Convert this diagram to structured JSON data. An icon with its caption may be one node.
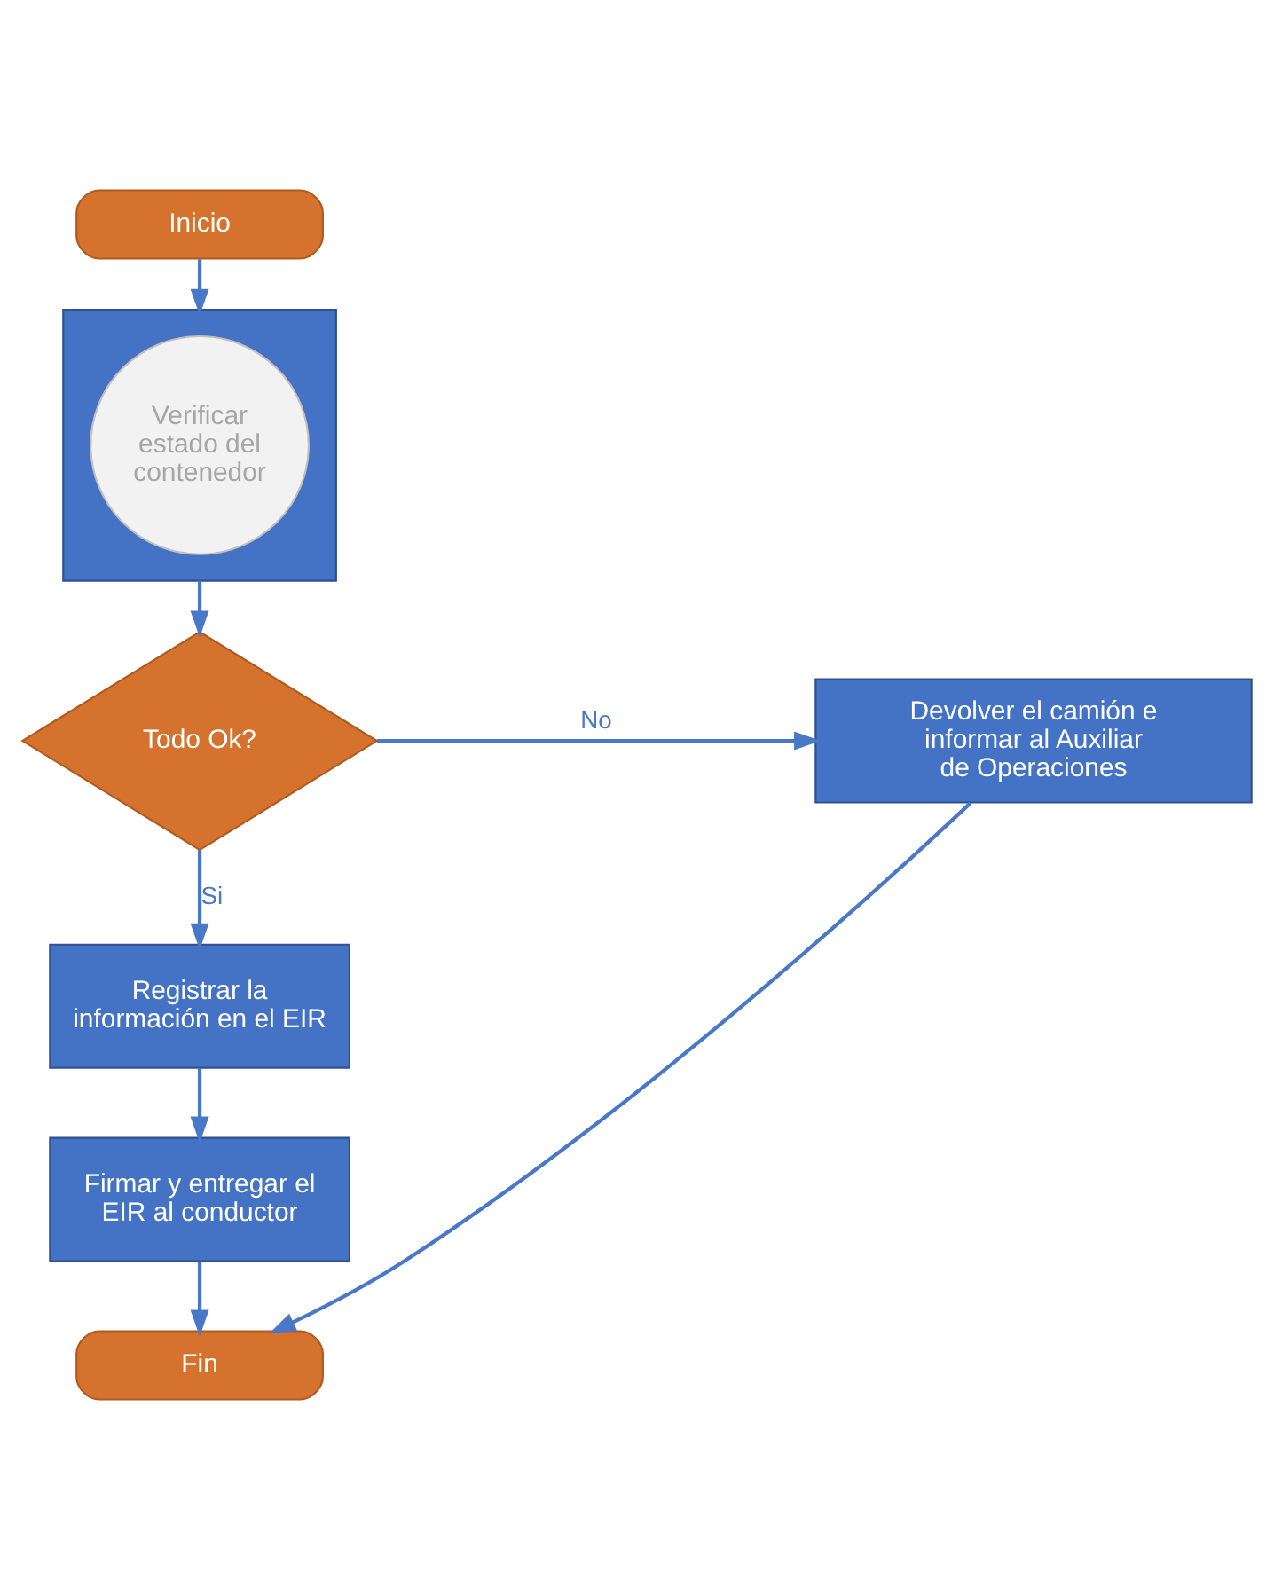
{
  "diagram": {
    "nodes": [
      {
        "text": [
          "Inicio"
        ]
      },
      {
        "text": [],
        "shape": "box"
      },
      {
        "text": [
          "Verificar estado del contenedor"
        ],
        "in": 1
      },
      {
        "text": [
          "Todo Ok?"
        ]
      },
      {
        "text": [
          "Devolver el camión e informar al Auxiliar de Operaciones"
        ]
      },
      {
        "text": [
          "Registrar la información en el EIR"
        ]
      },
      {
        "text": [
          "Firmar y entregar el EIR al conductor"
        ]
      },
      {
        "text": [
          "Fin"
        ]
      }
    ],
    "edges": [
      {
        "from": 0,
        "to": 1,
        "arrow": "to"
      },
      {
        "from": 1,
        "to": 3,
        "arrow": "to"
      },
      {
        "from": 3,
        "to": 4,
        "arrow": "to",
        "label": "No"
      },
      {
        "from": 3,
        "to": 5,
        "arrow": "to",
        "label": "Si"
      },
      {
        "from": 5,
        "to": 6,
        "arrow": "to"
      },
      {
        "from": 6,
        "to": 7,
        "arrow": "to"
      },
      {
        "from": 4,
        "to": 7,
        "arrow": "to"
      }
    ]
  }
}
